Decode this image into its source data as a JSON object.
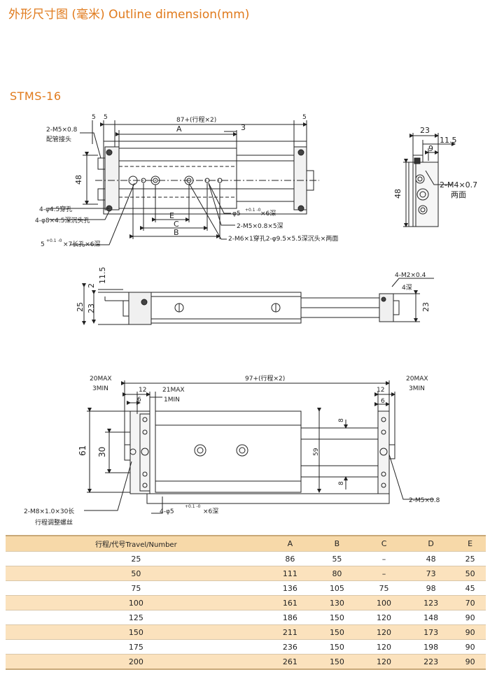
{
  "header": {
    "title": "外形尺寸图 (毫米) Outline dimension(mm)",
    "model": "STMS-16"
  },
  "drawing_labels": {
    "top_5a": "5",
    "top_5b": "5",
    "top_total": "87+(行程×2)",
    "top_5c": "5",
    "dim_A": "A",
    "dim_3": "3",
    "port": "2-M5×0.8",
    "port_note": "配管接头",
    "h48": "48",
    "hole1": "4-φ4.5穿孔",
    "hole2": "4-φ8×4.5深沉头孔",
    "slot_a": "5",
    "slot_tol": "+0.1 -0",
    "slot_b": "×7长孔×6深",
    "dim_E": "E",
    "dim_C": "C",
    "dim_B": "B",
    "pin": "φ5",
    "pin_tol": "+0.1 -0",
    "pin_depth": "×6深",
    "m5_depth": "2-M5×0.8×5深",
    "m6_note": "2-M6×1穿孔2-φ9.5×5.5深沉头×两面",
    "side_23": "23",
    "side_115": "11.5",
    "side_9": "9",
    "side_m4": "2-M4×0.7",
    "side_m4_note": "两面",
    "side_48": "48",
    "mid_2": "2",
    "mid_115": "11.5",
    "mid_25": "25",
    "mid_23": "23",
    "mid_m2": "4-M2×0.4",
    "mid_m2_depth": "4深",
    "mid_23r": "23",
    "bot_20max_l": "20MAX",
    "bot_3min_l": "3MIN",
    "bot_total": "97+(行程×2)",
    "bot_20max_r": "20MAX",
    "bot_3min_r": "3MIN",
    "bot_12l": "12",
    "bot_21max": "21MAX",
    "bot_1min": "1MIN",
    "bot_6l": "6",
    "bot_12r": "12",
    "bot_6r": "6",
    "bot_61": "61",
    "bot_30": "30",
    "bot_59": "59",
    "bot_8a": "8",
    "bot_8b": "8",
    "bot_m8": "2-M8×1.0×30长",
    "bot_m8_note": "行程调整螺丝",
    "bot_hole": "4-φ5",
    "bot_hole_tol": "+0.1 -0",
    "bot_hole_depth": "×6深",
    "bot_m5": "2-M5×0.8"
  },
  "table": {
    "headers": [
      "行程/代号Travel/Number",
      "A",
      "B",
      "C",
      "D",
      "E"
    ],
    "rows": [
      [
        "25",
        "86",
        "55",
        "–",
        "48",
        "25"
      ],
      [
        "50",
        "111",
        "80",
        "–",
        "73",
        "50"
      ],
      [
        "75",
        "136",
        "105",
        "75",
        "98",
        "45"
      ],
      [
        "100",
        "161",
        "130",
        "100",
        "123",
        "70"
      ],
      [
        "125",
        "186",
        "150",
        "120",
        "148",
        "90"
      ],
      [
        "150",
        "211",
        "150",
        "120",
        "173",
        "90"
      ],
      [
        "175",
        "236",
        "150",
        "120",
        "198",
        "90"
      ],
      [
        "200",
        "261",
        "150",
        "120",
        "223",
        "90"
      ]
    ]
  },
  "colors": {
    "title": "#e07a1c",
    "header_bg": "#f7d9a9",
    "alt_row_bg": "#fbe2bd"
  }
}
